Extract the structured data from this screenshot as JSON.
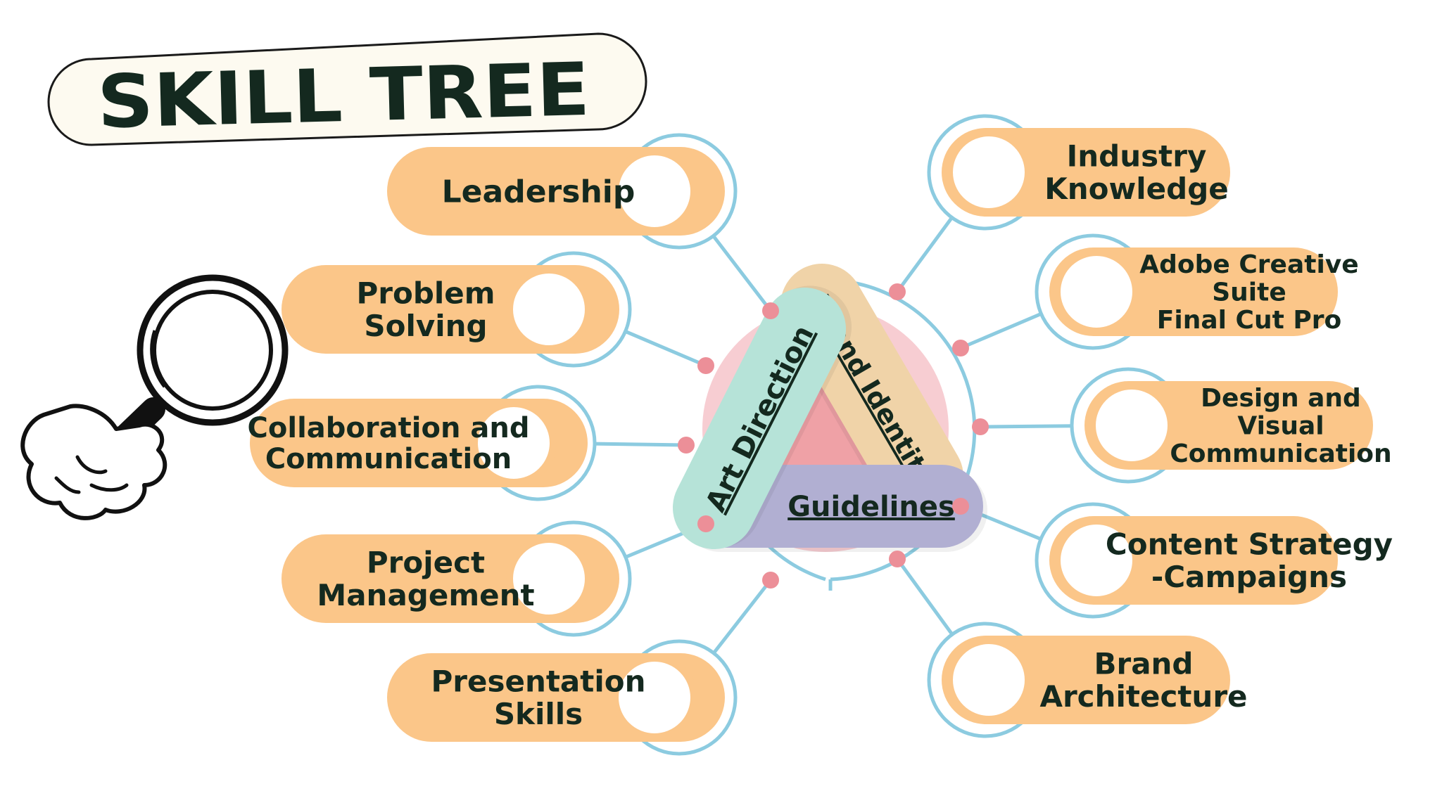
{
  "title": "SKILL TREE",
  "colors": {
    "pill": "#fbc689",
    "ring": "#8ccbe0",
    "dot": "#ec8f98",
    "ink": "#14291f",
    "banner_bg": "#fdfaf0",
    "art_direction": "#b6e3d8",
    "brand_identity": "#f0d3a8",
    "guidelines": "#b1afd2",
    "core_circle": "#f7cdd2",
    "core_triangle": "#efa1a6"
  },
  "core": {
    "art_direction": "Art Direction",
    "brand_identity": "Brand Identity",
    "guidelines": "Guidelines"
  },
  "left_skills": [
    {
      "label": "Leadership"
    },
    {
      "label": "Problem Solving"
    },
    {
      "label": "Collaboration and Communication"
    },
    {
      "label": "Project Management"
    },
    {
      "label": "Presentation Skills"
    }
  ],
  "right_skills": [
    {
      "label": "Industry Knowledge"
    },
    {
      "label": "Adobe Creative Suite Final Cut Pro"
    },
    {
      "label": "Design and Visual Communication"
    },
    {
      "label": "Content Strategy -Campaigns"
    },
    {
      "label": "Brand Architecture"
    }
  ],
  "icons": {
    "magnifier": "magnifying-glass-icon",
    "hand": "cartoon-hand-icon"
  }
}
